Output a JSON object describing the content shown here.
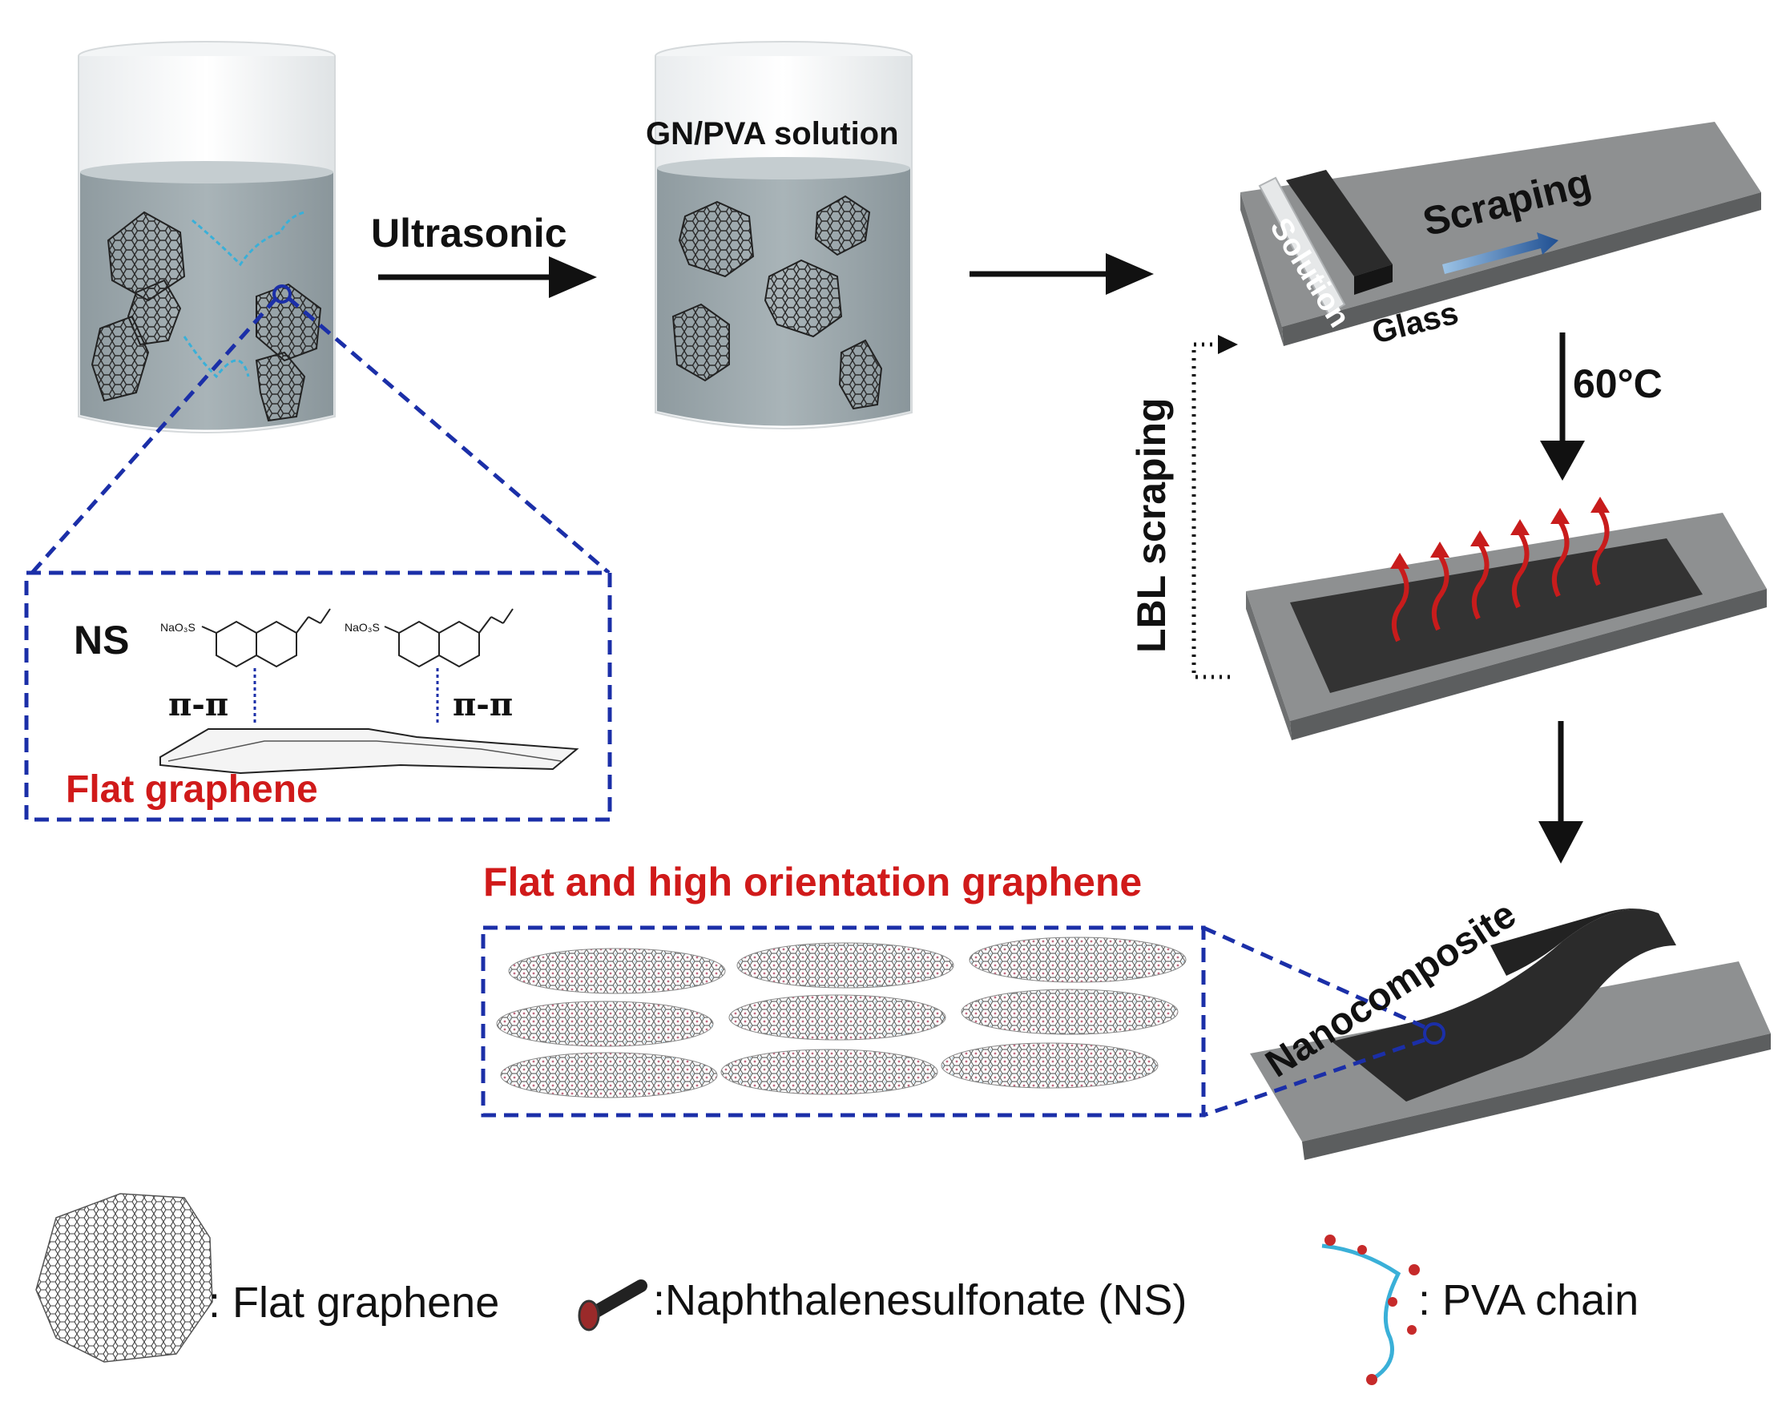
{
  "labels": {
    "ultrasonic": "Ultrasonic",
    "gn_pva_solution": "GN/PVA solution",
    "ns": "NS",
    "nao3s_left": "NaO₃S",
    "nao3s_right": "NaO₃S",
    "pi_pi_left": "π-π",
    "pi_pi_right": "π-π",
    "flat_graphene_inset": "Flat graphene",
    "solution": "Solution",
    "scraping": "Scraping",
    "glass": "Glass",
    "temperature": "60°C",
    "lbl_scraping": "LBL scraping",
    "flat_high_orientation": "Flat and high orientation graphene",
    "nanocomposite": "Nanocomposite"
  },
  "legend": {
    "flat_graphene": ": Flat graphene",
    "naphthalenesulfonate": ":Naphthalenesulfonate (NS)",
    "pva_chain": ": PVA chain"
  },
  "colors": {
    "inset_border": "#1b2fa8",
    "emphasis_red": "#d01a1a",
    "beaker_liquid": "#9aa6ab",
    "glass_plate": "#8e9091",
    "film_dark": "#333333",
    "heat_arrow": "#c81c1c",
    "pva_chain": "#3ab0d8",
    "scraping_arrow": "#3a6fb0"
  }
}
